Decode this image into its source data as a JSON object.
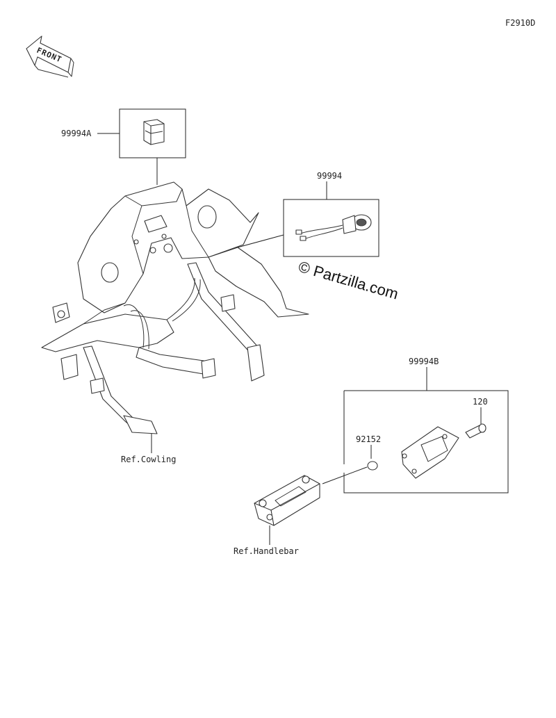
{
  "diagram": {
    "figure_code": "F2910D",
    "front_label": "FRONT",
    "watermark": "© Partzilla.com",
    "callouts": {
      "connector_kit": "99994A",
      "socket_kit": "99994",
      "mount_kit": "99994B",
      "bolt": "120",
      "collar": "92152",
      "ref_cowling": "Ref.Cowling",
      "ref_handlebar": "Ref.Handlebar"
    }
  }
}
